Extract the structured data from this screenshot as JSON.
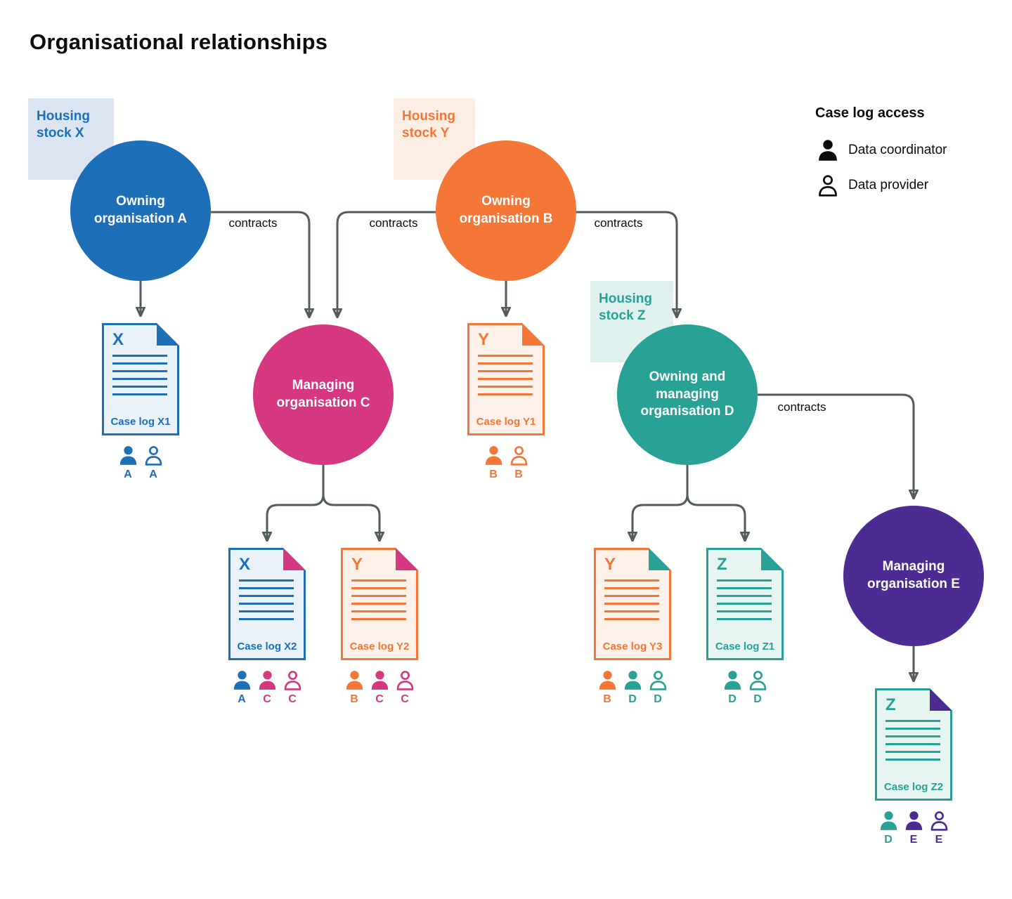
{
  "title": "Organisational relationships",
  "legend": {
    "title": "Case log access",
    "items": [
      {
        "icon": "data-coordinator",
        "label": "Data coordinator"
      },
      {
        "icon": "data-provider",
        "label": "Data provider"
      }
    ]
  },
  "labels": {
    "contracts": "contracts"
  },
  "housing_stocks": [
    {
      "label": "Housing stock X",
      "color": "#1d70b8"
    },
    {
      "label": "Housing stock Y",
      "color": "#f47738"
    },
    {
      "label": "Housing stock Z",
      "color": "#28a197"
    }
  ],
  "organisations": [
    {
      "id": "A",
      "label": "Owning organisation A",
      "color": "#1d70b8"
    },
    {
      "id": "B",
      "label": "Owning organisation B",
      "color": "#f47738"
    },
    {
      "id": "C",
      "label": "Managing organisation C",
      "color": "#d53880"
    },
    {
      "id": "D",
      "label": "Owning and managing organisation D",
      "color": "#28a197"
    },
    {
      "id": "E",
      "label": "Managing organisation E",
      "color": "#4c2c92"
    }
  ],
  "case_logs": [
    {
      "letter": "X",
      "label": "Case log X1",
      "access": [
        {
          "role": "data-coordinator",
          "org": "A"
        },
        {
          "role": "data-provider",
          "org": "A"
        }
      ]
    },
    {
      "letter": "Y",
      "label": "Case log Y1",
      "access": [
        {
          "role": "data-coordinator",
          "org": "B"
        },
        {
          "role": "data-provider",
          "org": "B"
        }
      ]
    },
    {
      "letter": "X",
      "label": "Case log X2",
      "access": [
        {
          "role": "data-coordinator",
          "org": "A"
        },
        {
          "role": "data-coordinator",
          "org": "C"
        },
        {
          "role": "data-provider",
          "org": "C"
        }
      ]
    },
    {
      "letter": "Y",
      "label": "Case log Y2",
      "access": [
        {
          "role": "data-coordinator",
          "org": "B"
        },
        {
          "role": "data-coordinator",
          "org": "C"
        },
        {
          "role": "data-provider",
          "org": "C"
        }
      ]
    },
    {
      "letter": "Y",
      "label": "Case log Y3",
      "access": [
        {
          "role": "data-coordinator",
          "org": "B"
        },
        {
          "role": "data-coordinator",
          "org": "D"
        },
        {
          "role": "data-provider",
          "org": "D"
        }
      ]
    },
    {
      "letter": "Z",
      "label": "Case log Z1",
      "access": [
        {
          "role": "data-coordinator",
          "org": "D"
        },
        {
          "role": "data-provider",
          "org": "D"
        }
      ]
    },
    {
      "letter": "Z",
      "label": "Case log Z2",
      "access": [
        {
          "role": "data-coordinator",
          "org": "D"
        },
        {
          "role": "data-coordinator",
          "org": "E"
        },
        {
          "role": "data-provider",
          "org": "E"
        }
      ]
    }
  ],
  "colors": {
    "blue": "#1d70b8",
    "orange": "#f47738",
    "pink": "#d53880",
    "teal": "#28a197",
    "purple": "#4c2c92",
    "connector": "#535b5e"
  }
}
